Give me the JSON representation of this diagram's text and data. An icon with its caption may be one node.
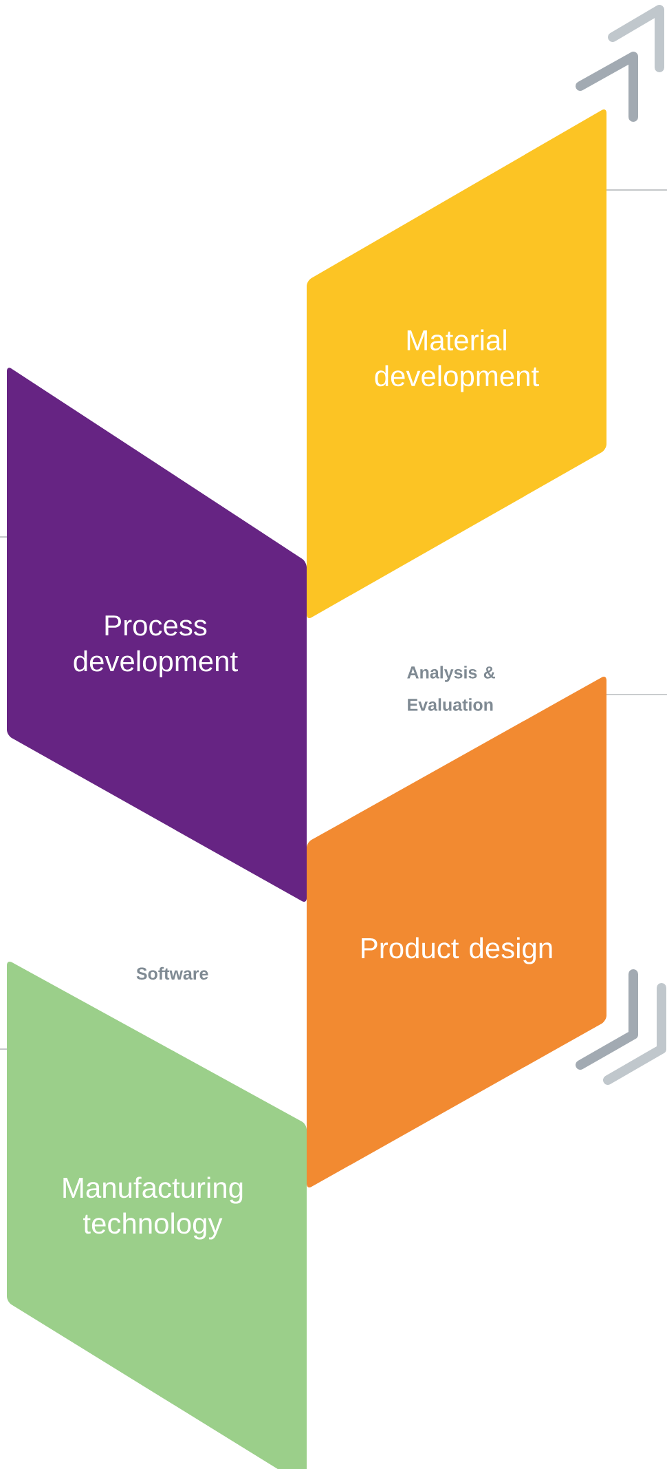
{
  "diagram": {
    "nodes": [
      {
        "text": [
          "Material development"
        ]
      },
      {
        "text": [
          "Process development"
        ]
      },
      {
        "text": [
          "Product design"
        ]
      },
      {
        "text": [
          "Manufacturing technology"
        ]
      }
    ],
    "labels": [
      "Analysis & Evaluation",
      "Software"
    ]
  }
}
